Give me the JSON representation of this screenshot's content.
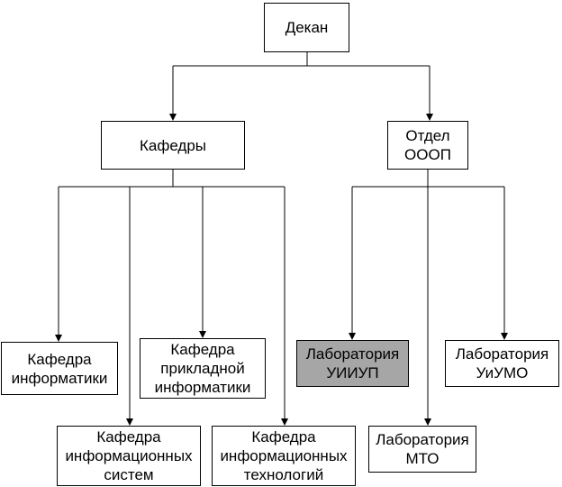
{
  "nodes": {
    "dean": "Декан",
    "departments": "Кафедры",
    "office": "Отдел\nОООП",
    "dept_informatics": "Кафедра\nинформатики",
    "dept_applied": "Кафедра\nприкладной\nинформатики",
    "dept_infosys": "Кафедра\nинформационных\nсистем",
    "dept_infotech": "Кафедра\nинформационных\nтехнологий",
    "lab_uiiup": "Лаборатория\nУИИУП",
    "lab_uiumo": "Лаборатория\nУиУМО",
    "lab_mto": "Лаборатория\nМТО"
  },
  "colors": {
    "line": "#000000",
    "box_fill": "#ffffff",
    "highlight_fill": "#a6a6a6"
  }
}
